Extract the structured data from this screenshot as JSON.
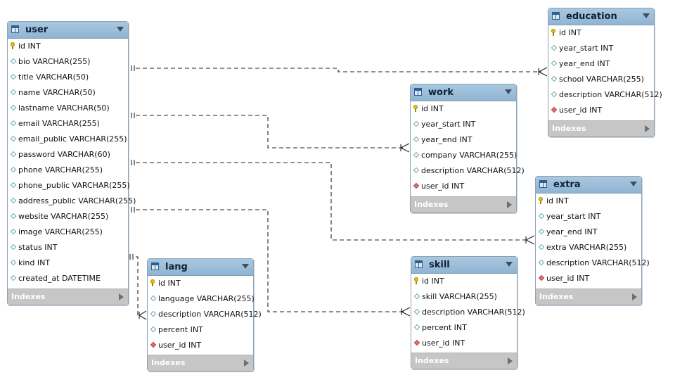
{
  "tables": [
    {
      "id": "user",
      "name": "user",
      "footer": "Indexes",
      "columns": [
        {
          "text": "id INT",
          "kind": "pk"
        },
        {
          "text": "bio VARCHAR(255)",
          "kind": "attr"
        },
        {
          "text": "title VARCHAR(50)",
          "kind": "attr"
        },
        {
          "text": "name VARCHAR(50)",
          "kind": "attr"
        },
        {
          "text": "lastname VARCHAR(50)",
          "kind": "attr"
        },
        {
          "text": "email VARCHAR(255)",
          "kind": "attr"
        },
        {
          "text": "email_public VARCHAR(255)",
          "kind": "attr"
        },
        {
          "text": "password VARCHAR(60)",
          "kind": "attr"
        },
        {
          "text": "phone VARCHAR(255)",
          "kind": "attr"
        },
        {
          "text": "phone_public VARCHAR(255)",
          "kind": "attr"
        },
        {
          "text": "address_public VARCHAR(255)",
          "kind": "attr"
        },
        {
          "text": "website VARCHAR(255)",
          "kind": "attr"
        },
        {
          "text": "image VARCHAR(255)",
          "kind": "attr"
        },
        {
          "text": "status INT",
          "kind": "attr"
        },
        {
          "text": "kind INT",
          "kind": "attr"
        },
        {
          "text": "created_at DATETIME",
          "kind": "attr"
        }
      ]
    },
    {
      "id": "education",
      "name": "education",
      "footer": "Indexes",
      "columns": [
        {
          "text": "id INT",
          "kind": "pk"
        },
        {
          "text": "year_start INT",
          "kind": "attr"
        },
        {
          "text": "year_end INT",
          "kind": "attr"
        },
        {
          "text": "school VARCHAR(255)",
          "kind": "attr"
        },
        {
          "text": "description VARCHAR(512)",
          "kind": "attr"
        },
        {
          "text": "user_id INT",
          "kind": "fk"
        }
      ]
    },
    {
      "id": "work",
      "name": "work",
      "footer": "Indexes",
      "columns": [
        {
          "text": "id INT",
          "kind": "pk"
        },
        {
          "text": "year_start INT",
          "kind": "attr"
        },
        {
          "text": "year_end INT",
          "kind": "attr"
        },
        {
          "text": "company VARCHAR(255)",
          "kind": "attr"
        },
        {
          "text": "description VARCHAR(512)",
          "kind": "attr"
        },
        {
          "text": "user_id INT",
          "kind": "fk"
        }
      ]
    },
    {
      "id": "extra",
      "name": "extra",
      "footer": "Indexes",
      "columns": [
        {
          "text": "id INT",
          "kind": "pk"
        },
        {
          "text": "year_start INT",
          "kind": "attr"
        },
        {
          "text": "year_end INT",
          "kind": "attr"
        },
        {
          "text": "extra VARCHAR(255)",
          "kind": "attr"
        },
        {
          "text": "description VARCHAR(512)",
          "kind": "attr"
        },
        {
          "text": "user_id INT",
          "kind": "fk"
        }
      ]
    },
    {
      "id": "lang",
      "name": "lang",
      "footer": "Indexes",
      "columns": [
        {
          "text": "id INT",
          "kind": "pk"
        },
        {
          "text": "language VARCHAR(255)",
          "kind": "attr"
        },
        {
          "text": "description VARCHAR(512)",
          "kind": "attr"
        },
        {
          "text": "percent INT",
          "kind": "attr"
        },
        {
          "text": "user_id INT",
          "kind": "fk"
        }
      ]
    },
    {
      "id": "skill",
      "name": "skill",
      "footer": "Indexes",
      "columns": [
        {
          "text": "id INT",
          "kind": "pk"
        },
        {
          "text": "skill VARCHAR(255)",
          "kind": "attr"
        },
        {
          "text": "description VARCHAR(512)",
          "kind": "attr"
        },
        {
          "text": "percent INT",
          "kind": "attr"
        },
        {
          "text": "user_id INT",
          "kind": "fk"
        }
      ]
    }
  ],
  "relationships": [
    {
      "from": "user",
      "to": "education",
      "type": "one-to-many"
    },
    {
      "from": "user",
      "to": "work",
      "type": "one-to-many"
    },
    {
      "from": "user",
      "to": "extra",
      "type": "one-to-many"
    },
    {
      "from": "user",
      "to": "skill",
      "type": "one-to-many"
    },
    {
      "from": "user",
      "to": "lang",
      "type": "one-to-many"
    }
  ],
  "colors": {
    "header": "#a9c8e0",
    "border": "#8fa2b4",
    "footer": "#c6c6c6",
    "line": "#222222",
    "pk": "#e6c200",
    "fk": "#e07070",
    "attr": "#6aa8a4"
  }
}
